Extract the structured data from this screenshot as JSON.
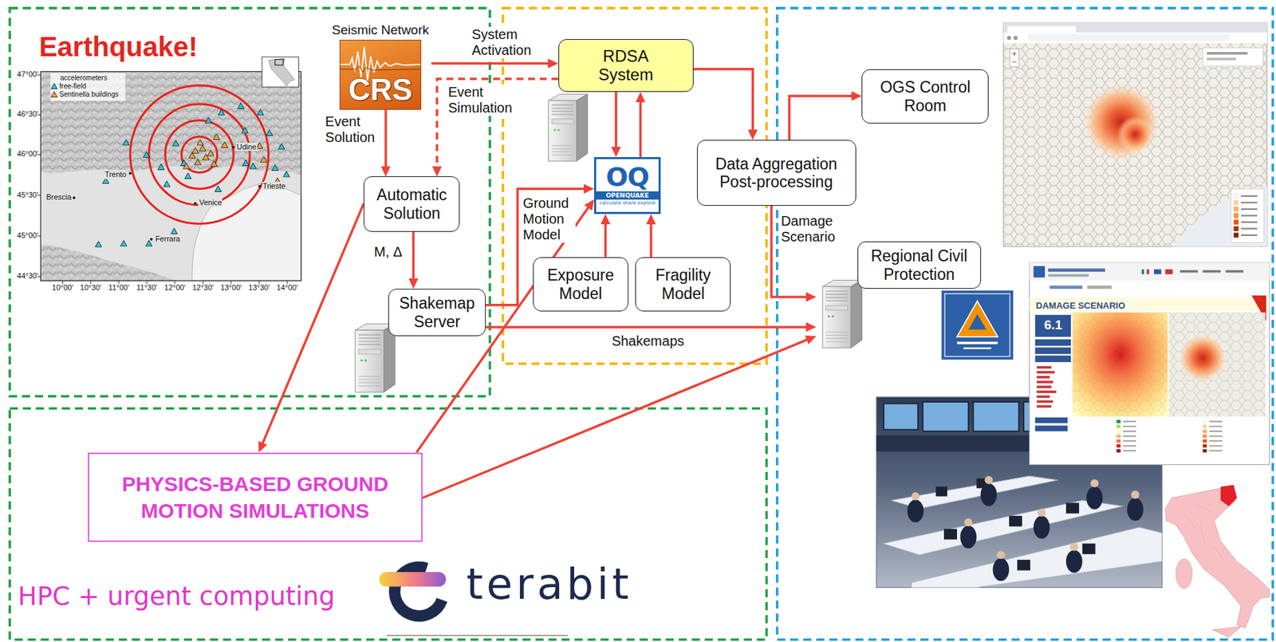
{
  "diagram": {
    "nodes": [
      {
        "text": [
          "Seismic Network",
          "CRS"
        ]
      },
      {
        "text": [
          "RDSA System"
        ]
      },
      {
        "text": [
          "OGS Control Room"
        ]
      },
      {
        "text": [
          "Automatic Solution"
        ]
      },
      {
        "text": [
          "OQ",
          "OPENQUAKE",
          "calculate share explore"
        ]
      },
      {
        "text": [
          "Data Aggregation Post-processing"
        ]
      },
      {
        "text": [
          "Regional Civil Protection"
        ]
      },
      {
        "text": [
          "Shakemap Server"
        ]
      },
      {
        "text": [
          "Exposure Model"
        ]
      },
      {
        "text": [
          "Fragility Model"
        ]
      },
      {
        "text": [
          "PHYSICS-BASED GROUND MOTION SIMULATIONS"
        ]
      }
    ],
    "edges": [
      {
        "from": 0,
        "to": 1,
        "arrow": "to",
        "label": "System Activation"
      },
      {
        "from": 1,
        "to": 3,
        "arrow": "to",
        "label": "Event Simulation"
      },
      {
        "from": 0,
        "to": 3,
        "arrow": "to",
        "label": "Event Solution"
      },
      {
        "from": 3,
        "to": 7,
        "arrow": "to",
        "label": "M, Δ"
      },
      {
        "from": 7,
        "to": 4,
        "arrow": "to",
        "label": "Ground Motion Model"
      },
      {
        "from": 1,
        "to": 4,
        "arrow": "to"
      },
      {
        "from": 4,
        "to": 1,
        "arrow": "to"
      },
      {
        "from": 8,
        "to": 4,
        "arrow": "to"
      },
      {
        "from": 9,
        "to": 4,
        "arrow": "to"
      },
      {
        "from": 1,
        "to": 5,
        "arrow": "to"
      },
      {
        "from": 5,
        "to": 2,
        "arrow": "to"
      },
      {
        "from": 5,
        "to": 6,
        "arrow": "to",
        "label": "Damage Scenario"
      },
      {
        "from": 7,
        "to": 6,
        "arrow": "to",
        "label": "Shakemaps"
      },
      {
        "from": 3,
        "to": 10,
        "arrow": "to"
      },
      {
        "from": 10,
        "to": 4,
        "arrow": "to"
      },
      {
        "from": 10,
        "to": 6,
        "arrow": "to"
      }
    ],
    "labels": [
      "Earthquake!",
      "accelerometers",
      "Trento",
      "Brescia",
      "Venice",
      "Udine",
      "Trieste",
      "Ferrara",
      "47°00'",
      "46°30'",
      "46°00'",
      "45°30'",
      "45°00'",
      "44°30'",
      "10°00'",
      "10°30'",
      "11°00'",
      "11°30'",
      "12°00'",
      "12°30'",
      "13°00'",
      "13°30'",
      "14°00'",
      "DAMAGE SCENARIO",
      "6.1",
      "HPC + urgent computing",
      "terabit"
    ],
    "legend": [
      {
        "text": "free-field"
      },
      {
        "text": "Sentinella buildings"
      }
    ]
  }
}
